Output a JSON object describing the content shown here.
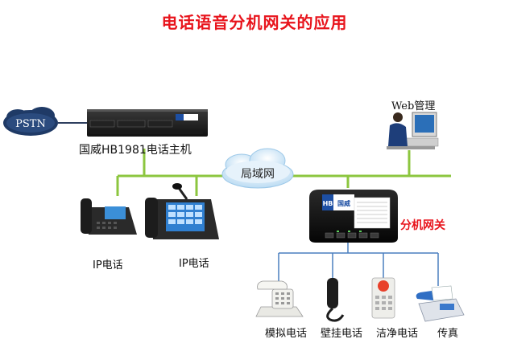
{
  "title": "电话语音分机网关的应用",
  "nodes": {
    "pstn": "PSTN",
    "host": "国威HB1981电话主机",
    "lan": "局域网",
    "web": "Web管理",
    "gateway": "分机网关",
    "ip_phone_1": "IP电话",
    "ip_phone_2": "IP电话",
    "analog_phone": "模拟电话",
    "wall_phone": "壁挂电话",
    "clean_phone": "洁净电话",
    "fax": "传真"
  },
  "brand": {
    "badge": "HB",
    "name": "国威"
  },
  "colors": {
    "title": "#e8141c",
    "lan_line": "#8cc63f",
    "analog_line": "#4a7fbf",
    "pstn_cloud": "#1f3a66",
    "lan_cloud": "#cfe6f7"
  }
}
